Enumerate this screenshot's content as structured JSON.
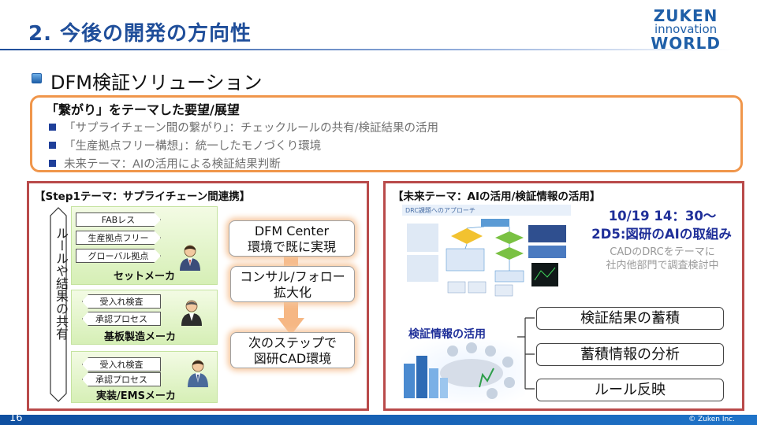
{
  "slide": {
    "title": "2. 今後の開発の方向性",
    "section_heading": "DFM検証ソリューション"
  },
  "logo": {
    "line1": "ZUKEN",
    "line2": "innovation",
    "line3": "WORLD"
  },
  "requests": {
    "title": "「繋がり」をテーマした要望/展望",
    "items": [
      "「サプライチェーン間の繋がり」：チェックルールの共有/検証結果の活用",
      "「生産拠点フリー構想」：統一したモノづくり環境",
      "未来テーマ：AIの活用による検証結果判断"
    ]
  },
  "left_panel": {
    "title": "【Step1テーマ：サプライチェーン間連携】",
    "vertical_label": "ルールや結果の共有",
    "groups": [
      {
        "tags": [
          "FABレス",
          "生産拠点フリー",
          "グローバル拠点"
        ],
        "label": "セットメーカ"
      },
      {
        "tags": [
          "受入れ検査",
          "承認プロセス"
        ],
        "label": "基板製造メーカ"
      },
      {
        "tags": [
          "受入れ検査",
          "承認プロセス"
        ],
        "label": "実装/EMSメーカ"
      }
    ],
    "flow": [
      "DFM Center\n環境で既に実現",
      "コンサル/フォロー\n拡大化",
      "次のステップで\n図研CAD環境"
    ]
  },
  "right_panel": {
    "title": "【未来テーマ：AIの活用/検証情報の活用】",
    "thumb_caption": "DRC課題へのアプローチ",
    "date_line1": "10/19  14：30～",
    "date_line2": "2D5:図研のAIの取組み",
    "sub_line1": "CADのDRCをテーマに",
    "sub_line2": "社内他部門で調査検討中",
    "verify_label": "検証情報の活用",
    "results": [
      "検証結果の蓄積",
      "蓄積情報の分析",
      "ルール反映"
    ]
  },
  "footer": {
    "page_number": "16",
    "copyright": "© Zuken Inc."
  },
  "colors": {
    "accent_blue": "#1f4e9a",
    "orange": "#f0964b",
    "panel_red": "#b94a4a",
    "green": "#d6efb6"
  }
}
